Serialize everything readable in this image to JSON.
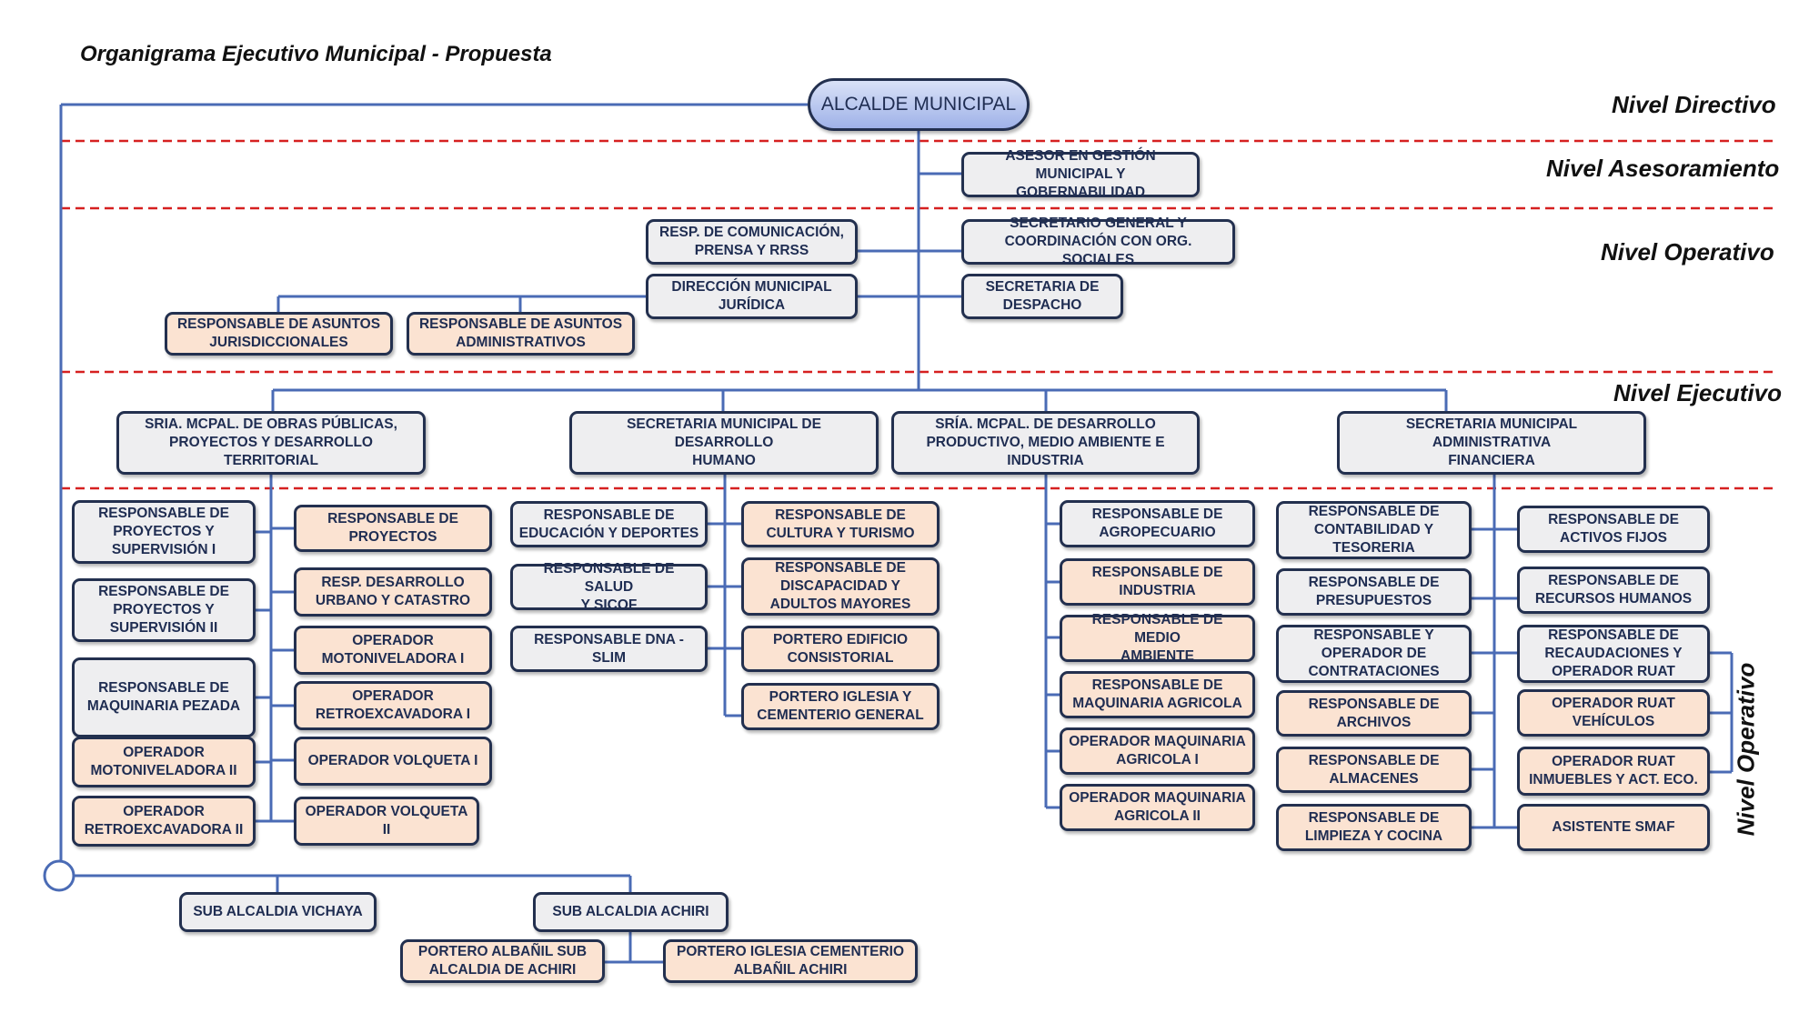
{
  "title": "Organigrama Ejecutivo Municipal - Propuesta",
  "levels": {
    "directivo": "Nivel Directivo",
    "asesoramiento": "Nivel Asesoramiento",
    "operativo_top": "Nivel Operativo",
    "ejecutivo": "Nivel Ejecutivo",
    "operativo_side": "Nivel Operativo"
  },
  "colors": {
    "line": "#4a6bb5",
    "dashed": "#d62020",
    "box_gray": "#eeeef0",
    "box_peach": "#fbe3d2",
    "box_border": "#23304f"
  },
  "nodes": {
    "alcalde": "ALCALDE MUNICIPAL",
    "asesor": "ASESOR EN GESTIÓN\nMUNICIPAL Y GOBERNABILIDAD",
    "comunicacion": "RESP. DE COMUNICACIÓN,\nPRENSA Y RRSS",
    "secretario_general": "SECRETARIO GENERAL Y\nCOORDINACIÓN CON ORG. SOCIALES",
    "direccion_juridica": "DIRECCIÓN MUNICIPAL\nJURÍDICA",
    "secretaria_despacho": "SECRETARIA DE\nDESPACHO",
    "asuntos_jurisdiccionales": "RESPONSABLE DE ASUNTOS\nJURISDICCIONALES",
    "asuntos_administrativos": "RESPONSABLE DE ASUNTOS\nADMINISTRATIVOS",
    "sria_obras": "SRIA. MCPAL. DE OBRAS PÚBLICAS,\nPROYECTOS Y DESARROLLO TERRITORIAL",
    "sria_desarrollo_humano": "SECRETARIA MUNICIPAL DE DESARROLLO\nHUMANO",
    "sria_productivo": "SRÍA. MCPAL. DE DESARROLLO\nPRODUCTIVO, MEDIO AMBIENTE E\nINDUSTRIA",
    "sria_administrativa": "SECRETARIA MUNICIPAL ADMINISTRATIVA\nFINANCIERA",
    "obras_left": [
      "RESPONSABLE DE\nPROYECTOS Y\nSUPERVISIÓN I",
      "RESPONSABLE DE\nPROYECTOS Y\nSUPERVISIÓN II",
      "RESPONSABLE DE\nMAQUINARIA PEZADA",
      "OPERADOR\nMOTONIVELADORA II",
      "OPERADOR\nRETROEXCAVADORA II"
    ],
    "obras_right": [
      "RESPONSABLE DE\nPROYECTOS",
      "RESP. DESARROLLO\nURBANO Y CATASTRO",
      "OPERADOR\nMOTONIVELADORA I",
      "OPERADOR\nRETROEXCAVADORA I",
      "OPERADOR VOLQUETA I",
      "OPERADOR VOLQUETA\nII"
    ],
    "humano_left": [
      "RESPONSABLE DE\nEDUCACIÓN Y DEPORTES",
      "RESPONSABLE DE SALUD\nY SICOF",
      "RESPONSABLE DNA -\nSLIM"
    ],
    "humano_right": [
      "RESPONSABLE DE\nCULTURA Y TURISMO",
      "RESPONSABLE DE\nDISCAPACIDAD Y\nADULTOS MAYORES",
      "PORTERO EDIFICIO\nCONSISTORIAL",
      "PORTERO IGLESIA Y\nCEMENTERIO GENERAL"
    ],
    "productivo": [
      "RESPONSABLE DE\nAGROPECUARIO",
      "RESPONSABLE DE\nINDUSTRIA",
      "RESPONSABLE DE MEDIO\nAMBIENTE",
      "RESPONSABLE DE\nMAQUINARIA AGRICOLA",
      "OPERADOR MAQUINARIA\nAGRICOLA I",
      "OPERADOR MAQUINARIA\nAGRICOLA II"
    ],
    "admin_left": [
      "RESPONSABLE DE\nCONTABILIDAD Y\nTESORERIA",
      "RESPONSABLE DE\nPRESUPUESTOS",
      "RESPONSABLE Y\nOPERADOR DE\nCONTRATACIONES",
      "RESPONSABLE DE\nARCHIVOS",
      "RESPONSABLE DE\nALMACENES",
      "RESPONSABLE DE\nLIMPIEZA Y COCINA"
    ],
    "admin_right": [
      "RESPONSABLE DE\nACTIVOS FIJOS",
      "RESPONSABLE DE\nRECURSOS HUMANOS",
      "RESPONSABLE DE\nRECAUDACIONES Y\nOPERADOR RUAT",
      "OPERADOR RUAT\nVEHÍCULOS",
      "OPERADOR RUAT\nINMUEBLES Y ACT. ECO.",
      "ASISTENTE SMAF"
    ],
    "sub_vichaya": "SUB ALCALDIA VICHAYA",
    "sub_achiri": "SUB ALCALDIA ACHIRI",
    "portero_albanil": "PORTERO ALBAÑIL SUB\nALCALDIA DE ACHIRI",
    "portero_iglesia_achiri": "PORTERO IGLESIA CEMENTERIO\nALBAÑIL ACHIRI"
  }
}
